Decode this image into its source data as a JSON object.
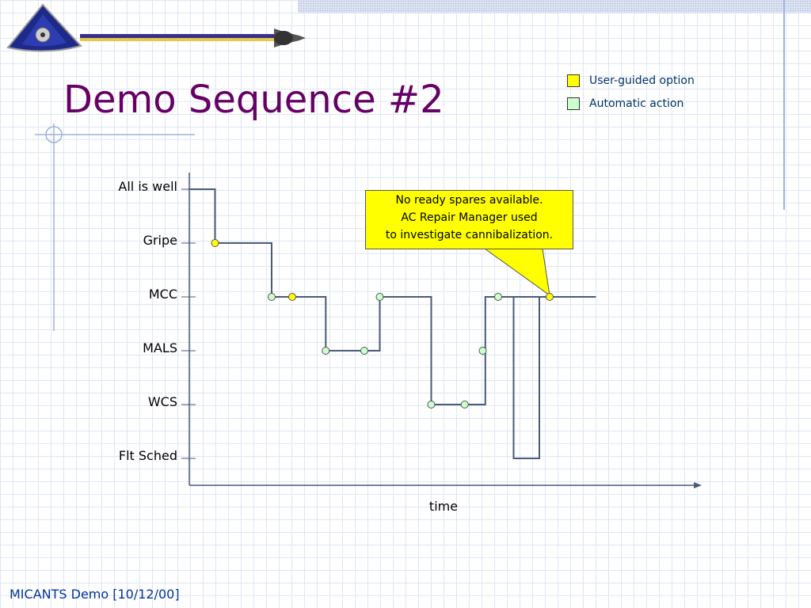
{
  "slide": {
    "title": "Demo Sequence #2",
    "footer": "MICANTS Demo [10/12/00]"
  },
  "legend": {
    "items": [
      {
        "label": "User-guided option",
        "color": "#ffff00"
      },
      {
        "label": "Automatic action",
        "color": "#ccffcc"
      }
    ]
  },
  "callout": {
    "lines": [
      "No ready spares available.",
      "AC Repair Manager used",
      "to investigate cannibalization."
    ]
  },
  "colors": {
    "title": "#660066",
    "line": "#4a5a7a",
    "user_guided": "#ffff00",
    "automatic": "#ccffcc",
    "footer": "#003399"
  },
  "chart_data": {
    "type": "line",
    "step": true,
    "xlabel": "time",
    "ylabel": "",
    "y_categories": [
      "All is well",
      "Gripe",
      "MCC",
      "MALS",
      "WCS",
      "Flt Sched"
    ],
    "xlim": [
      0,
      100
    ],
    "series": [
      {
        "x": [
          0,
          5,
          5,
          16,
          16,
          26.5,
          26.5,
          37,
          37,
          47,
          47,
          57.5,
          57.5,
          68,
          68,
          63,
          63,
          68,
          68,
          74,
          74,
          68.5,
          68.5,
          74,
          74,
          79
        ],
        "y": [
          "All is well",
          "All is well",
          "Gripe",
          "Gripe",
          "MCC",
          "MCC",
          "MALS",
          "MALS",
          "MCC",
          "MCC",
          "WCS",
          "WCS",
          "MCC",
          "MCC",
          "MCC",
          "MCC",
          "Flt Sched",
          "Flt Sched",
          "MCC",
          "MCC",
          "MCC",
          "MCC",
          "MCC",
          "MCC",
          "MCC",
          "MCC"
        ]
      }
    ],
    "markers": [
      {
        "x": 5,
        "y": "Gripe",
        "kind": "user-guided"
      },
      {
        "x": 16,
        "y": "MCC",
        "kind": "automatic"
      },
      {
        "x": 20,
        "y": "MCC",
        "kind": "user-guided"
      },
      {
        "x": 26.5,
        "y": "MALS",
        "kind": "automatic"
      },
      {
        "x": 34,
        "y": "MALS",
        "kind": "automatic"
      },
      {
        "x": 37,
        "y": "MCC",
        "kind": "automatic"
      },
      {
        "x": 47,
        "y": "WCS",
        "kind": "automatic"
      },
      {
        "x": 53.5,
        "y": "WCS",
        "kind": "automatic"
      },
      {
        "x": 57,
        "y": "MALS",
        "kind": "automatic"
      },
      {
        "x": 60,
        "y": "MCC",
        "kind": "automatic"
      },
      {
        "x": 70,
        "y": "MCC",
        "kind": "user-guided"
      }
    ]
  }
}
